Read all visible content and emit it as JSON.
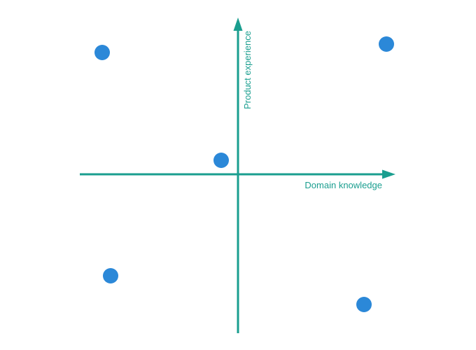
{
  "diagram": {
    "x_axis_label": "Domain knowledge",
    "y_axis_label": "Product experience",
    "colors": {
      "axis": "#1a9e8f",
      "point": "#2b88d8"
    },
    "point_count": 5
  }
}
